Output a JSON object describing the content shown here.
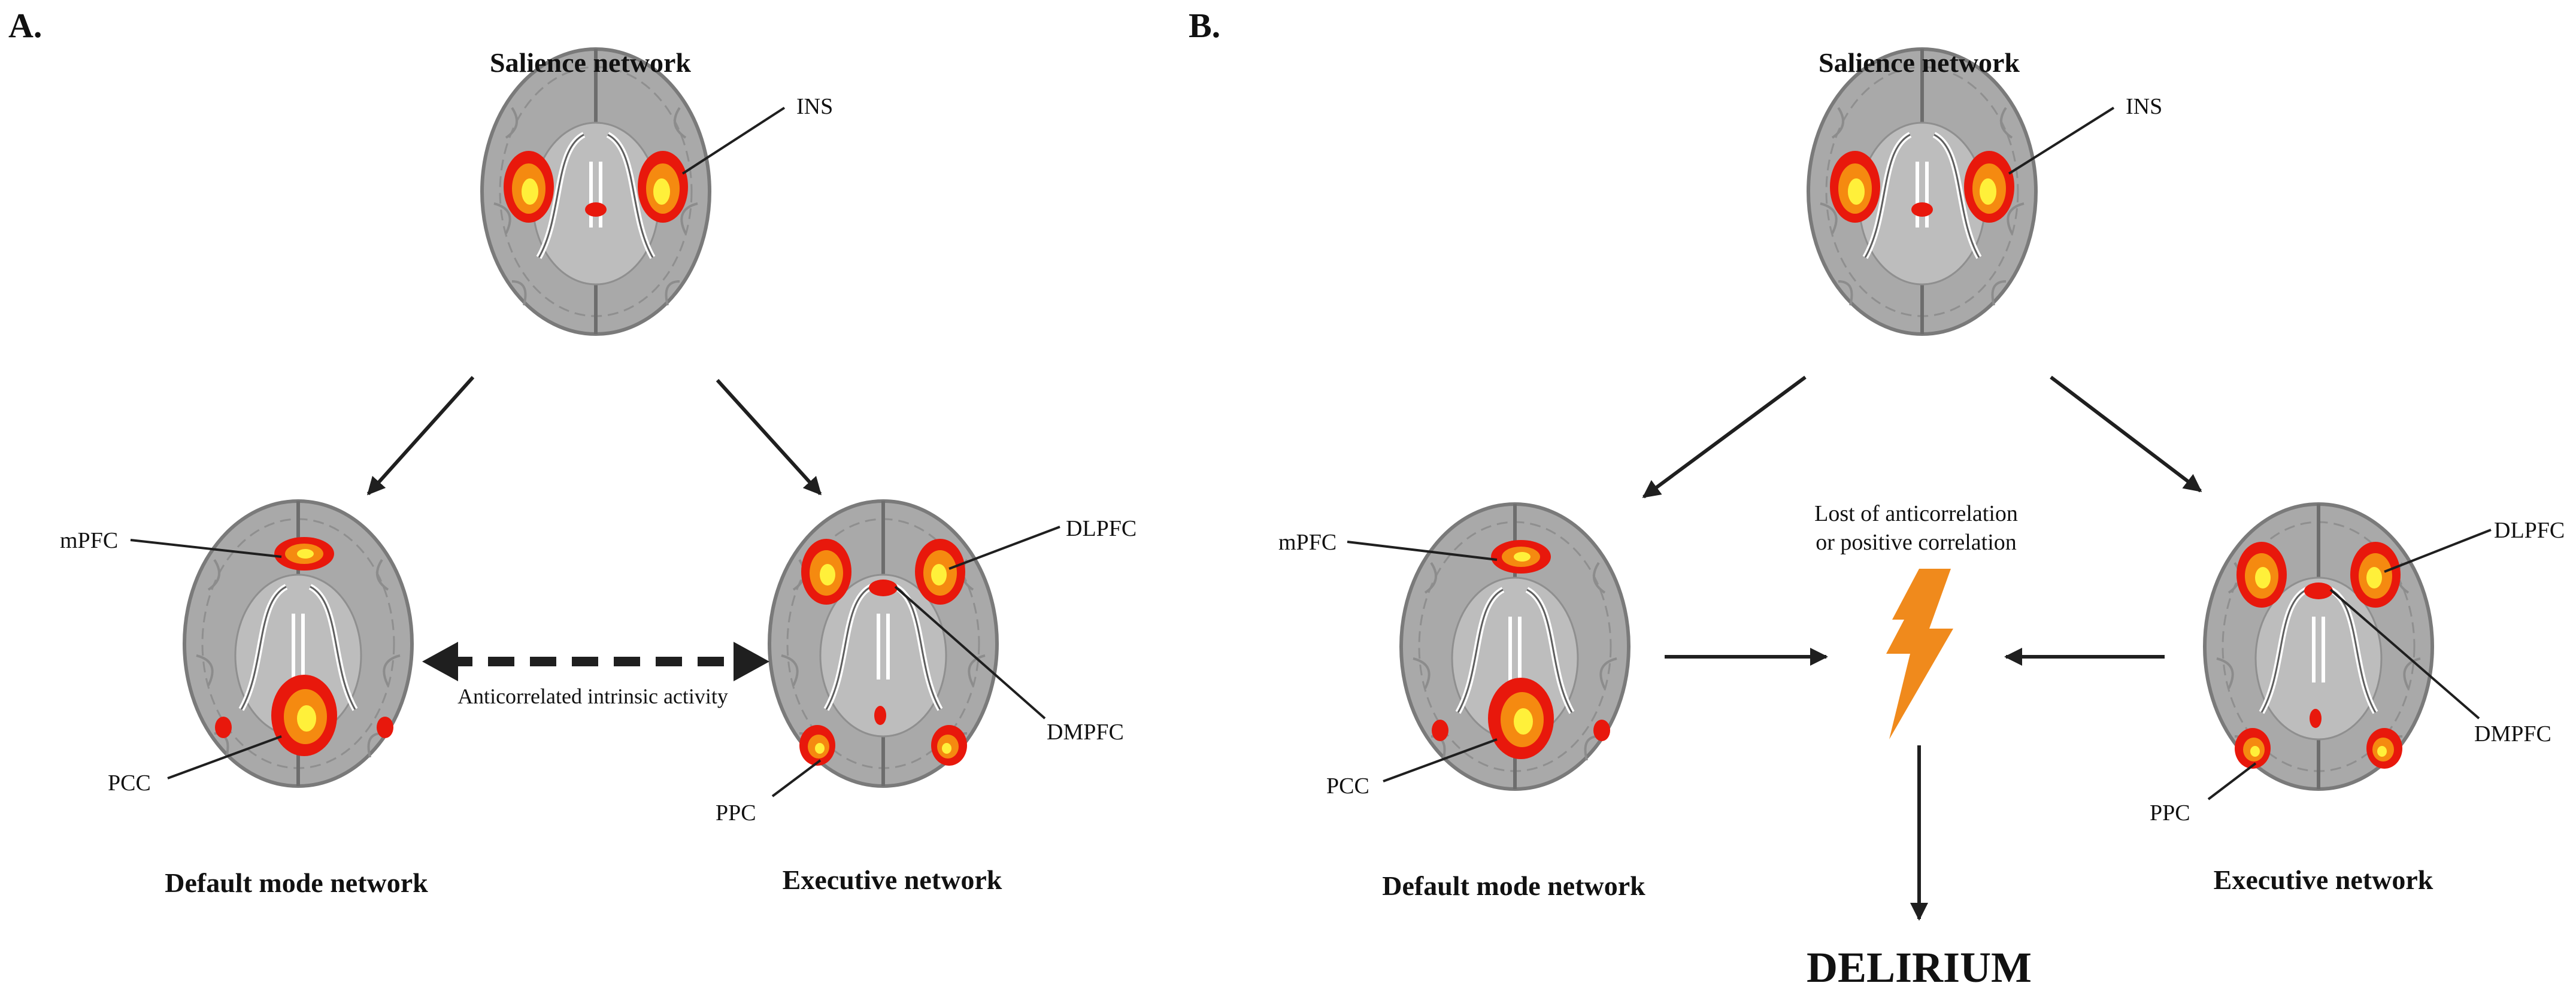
{
  "panels": {
    "a": {
      "label": "A.",
      "salience": {
        "title": "Salience network",
        "ins": "INS"
      },
      "default_mode": {
        "title": "Default mode network",
        "mpfc": "mPFC",
        "pcc": "PCC"
      },
      "executive": {
        "title": "Executive network",
        "dlpfc": "DLPFC",
        "dmpfc": "DMPFC",
        "ppc": "PPC"
      },
      "anticorrelation_label": "Anticorrelated intrinsic activity"
    },
    "b": {
      "label": "B.",
      "salience": {
        "title": "Salience network",
        "ins": "INS"
      },
      "default_mode": {
        "title": "Default mode network",
        "mpfc": "mPFC",
        "pcc": "PCC"
      },
      "executive": {
        "title": "Executive network",
        "dlpfc": "DLPFC",
        "dmpfc": "DMPFC",
        "ppc": "PPC"
      },
      "lost_label_line1": "Lost of anticorrelation",
      "lost_label_line2": "or positive correlation",
      "outcome": "DELIRIUM"
    }
  },
  "colors": {
    "brain_fill": "#a9a9a9",
    "brain_outline": "#7a7a7a",
    "brain_inner": "#bdbdbd",
    "activation_outer": "#e8180c",
    "activation_mid": "#f58a10",
    "activation_core": "#fff03a",
    "lightning": "#f08a1c",
    "arrow": "#1f1f1f"
  },
  "icons": [
    "lightning-icon",
    "arrow-icon"
  ]
}
